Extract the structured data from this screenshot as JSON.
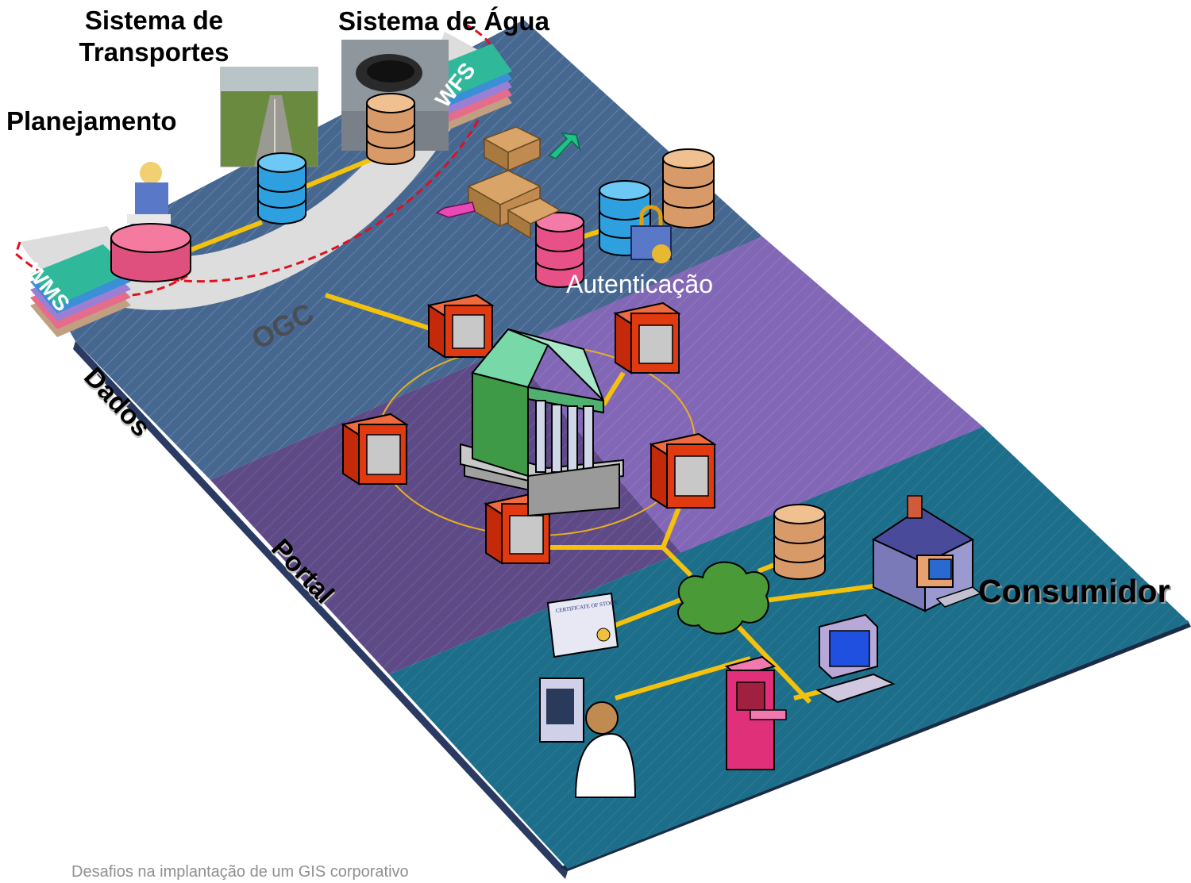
{
  "labels": {
    "planejamento": "Planejamento",
    "sistema_transportes": "Sistema de Transportes",
    "sistema_agua": "Sistema de Água",
    "wms": "WMS",
    "wfs": "WFS",
    "ogc": "OGC",
    "autenticacao": "Autenticação",
    "dados": "Dados",
    "portal": "Portal",
    "consumidor": "Consumidor",
    "certificate": "CERTIFICATE OF STOCK"
  },
  "footer": "Desafios na implantação de um GIS corporativo",
  "colors": {
    "dados_layer": "#456790",
    "portal_layer": "#5e4a86",
    "portal_right": "#8a6cc0",
    "consumer_layer": "#1d6e8a",
    "connector": "#f4c20d",
    "server_box": "#e13a10",
    "wms_arc": "#dddddd",
    "dashed": "#e01020"
  }
}
